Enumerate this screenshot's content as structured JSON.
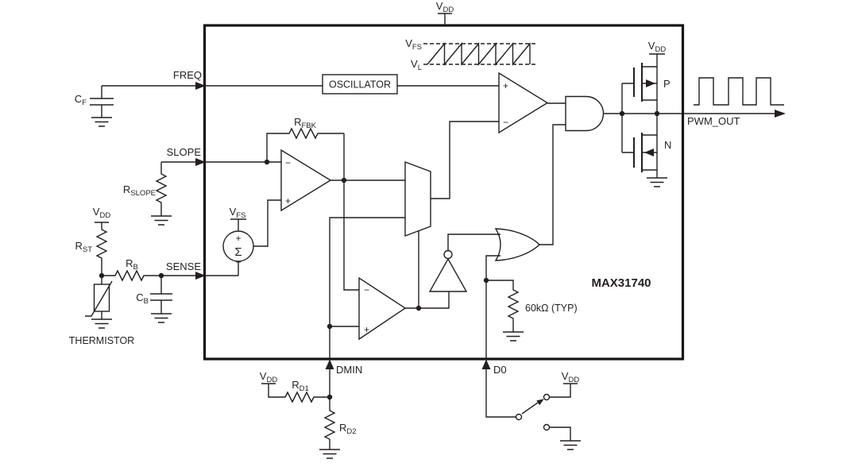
{
  "chip": {
    "name": "MAX31740"
  },
  "colors": {
    "line": "#231f20",
    "background": "#ffffff"
  },
  "symbols": {
    "plus": "+",
    "minus": "−",
    "sigma": "Σ"
  },
  "supply": {
    "vdd_base": "V",
    "vdd_sub": "DD"
  },
  "pins": {
    "freq": "FREQ",
    "slope": "SLOPE",
    "sense": "SENSE",
    "dmin": "DMIN",
    "d0": "D0",
    "pwm_out": "PWM_OUT"
  },
  "blocks": {
    "oscillator": "OSCILLATOR"
  },
  "waveform": {
    "vfs_base": "V",
    "vfs_sub": "FS",
    "vl_base": "V",
    "vl_sub": "L"
  },
  "vfs_source": {
    "base": "V",
    "sub": "FS"
  },
  "components": {
    "cf": {
      "base": "C",
      "sub": "F"
    },
    "rslope": {
      "base": "R",
      "sub": "SLOPE"
    },
    "rst": {
      "base": "R",
      "sub": "ST"
    },
    "rb": {
      "base": "R",
      "sub": "B"
    },
    "cb": {
      "base": "C",
      "sub": "B"
    },
    "thermistor": "THERMISTOR",
    "rfbk": {
      "base": "R",
      "sub": "FBK"
    },
    "rd1": {
      "base": "R",
      "sub": "D1"
    },
    "rd2": {
      "base": "R",
      "sub": "D2"
    },
    "pullup": "60kΩ (TYP)"
  },
  "transistors": {
    "p": "P",
    "n": "N"
  }
}
